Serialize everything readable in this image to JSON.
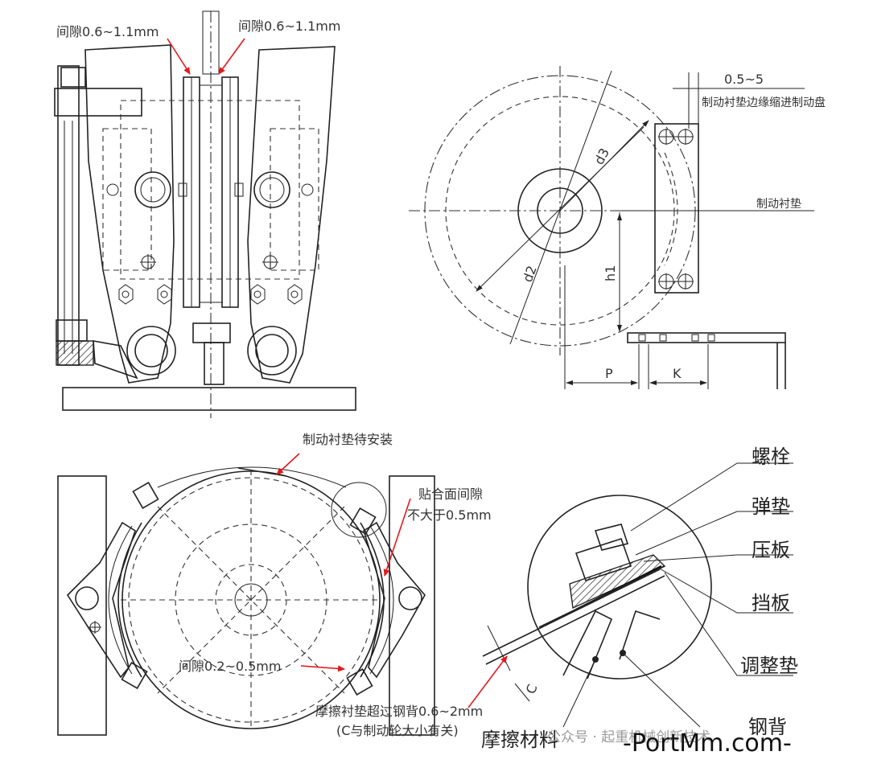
{
  "top_left": {
    "gap_left": "间隙0.6~1.1mm",
    "gap_right": "间隙0.6~1.1mm"
  },
  "top_right": {
    "inset_range": "0.5~5",
    "inset_desc": "制动衬垫边缘缩进制动盘",
    "lining": "制动衬垫",
    "dim_d3": "d3",
    "dim_d2": "d2",
    "dim_h1": "h1",
    "dim_P": "P",
    "dim_K": "K"
  },
  "bottom_left": {
    "lining_pending": "制动衬垫待安装",
    "contact_gap_line1": "贴合面间隙",
    "contact_gap_line2": "不大于0.5mm",
    "gap_range": "间隙0.2~0.5mm",
    "exceed_line1": "摩擦衬垫超过钢背0.6~2mm",
    "exceed_line2": "(C与制动轮大小有关)"
  },
  "bottom_right": {
    "parts": [
      "螺栓",
      "弹垫",
      "压板",
      "挡板",
      "调整垫",
      "钢背"
    ],
    "friction_material": "摩擦材料",
    "dim_c": "C"
  },
  "watermark": {
    "site": "-PortMm.com-",
    "account": "公众号 · 起重机械创新技术"
  },
  "colors": {
    "annotation_red": "#e3191c",
    "line": "#222222"
  }
}
